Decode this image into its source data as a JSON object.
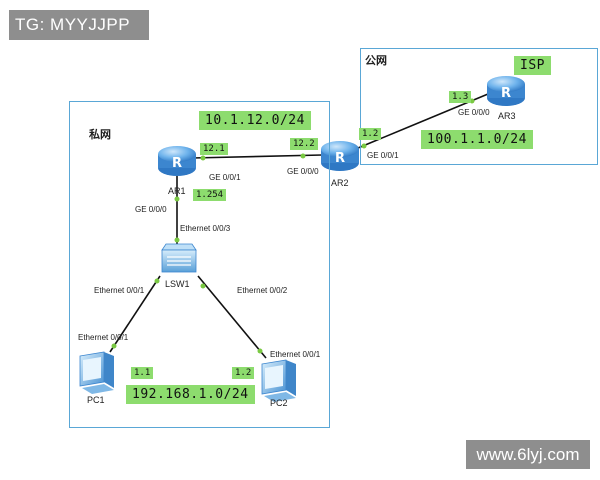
{
  "banner": {
    "text": "TG: MYYJJPP"
  },
  "watermark": {
    "text": "www.6lyj.com"
  },
  "zones": {
    "private_label": "私网",
    "public_label": "公网"
  },
  "networks": {
    "link_ar1_ar2": "10.1.12.0/24",
    "link_ar2_isp": "100.1.1.0/24",
    "lan": "192.168.1.0/24",
    "isp_tag": "ISP"
  },
  "devices": {
    "ar1": "AR1",
    "ar2": "AR2",
    "ar3": "AR3",
    "lsw1": "LSW1",
    "pc1": "PC1",
    "pc2": "PC2"
  },
  "addresses": {
    "ar1_g001": "12.1",
    "ar2_g000": "12.2",
    "ar2_g001": "1.2",
    "ar3_g000": "1.3",
    "ar1_g000": "1.254",
    "pc1": "1.1",
    "pc2": "1.2"
  },
  "ports": {
    "ar1_g001": "GE 0/0/1",
    "ar2_g000": "GE 0/0/0",
    "ar2_g001": "GE 0/0/1",
    "ar3_g000": "GE 0/0/0",
    "ar1_g000": "GE 0/0/0",
    "lsw1_e003": "Ethernet 0/0/3",
    "lsw1_e001": "Ethernet 0/0/1",
    "lsw1_e002": "Ethernet 0/0/2",
    "pc1_e001": "Ethernet 0/0/1",
    "pc2_e001": "Ethernet 0/0/1"
  },
  "colors": {
    "zone_border": "#5aa7d6",
    "label_fill": "#8ddc6e",
    "link": "#111111",
    "port_dot": "#7ac943",
    "router_body": "#4a90d9"
  }
}
